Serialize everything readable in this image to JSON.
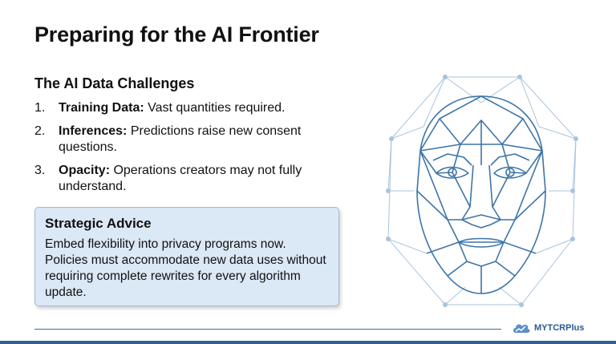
{
  "slide": {
    "title": "Preparing for the AI Frontier",
    "subtitle": "The AI Data Challenges",
    "challenges": [
      {
        "number": "1.",
        "term": "Training Data:",
        "text": " Vast quantities required."
      },
      {
        "number": "2.",
        "term": "Inferences:",
        "text": " Predictions raise new consent questions."
      },
      {
        "number": "3.",
        "term": "Opacity:",
        "text": " Operations creators may not fully understand."
      }
    ],
    "advice": {
      "title": "Strategic Advice",
      "text": "Embed flexibility into privacy programs now. Policies must accommodate new data uses without requiring complete rewrites for every algorithm update."
    }
  },
  "brand": {
    "name": "MYTCRPlus",
    "logo_icon": "cloud-chart-icon"
  },
  "illustration": {
    "icon": "polygon-face-icon"
  },
  "colors": {
    "accent": "#2f5f99",
    "advice_bg": "#dbe8f6",
    "face_line": "#3d74a8",
    "network_line": "#a9c3dd"
  }
}
